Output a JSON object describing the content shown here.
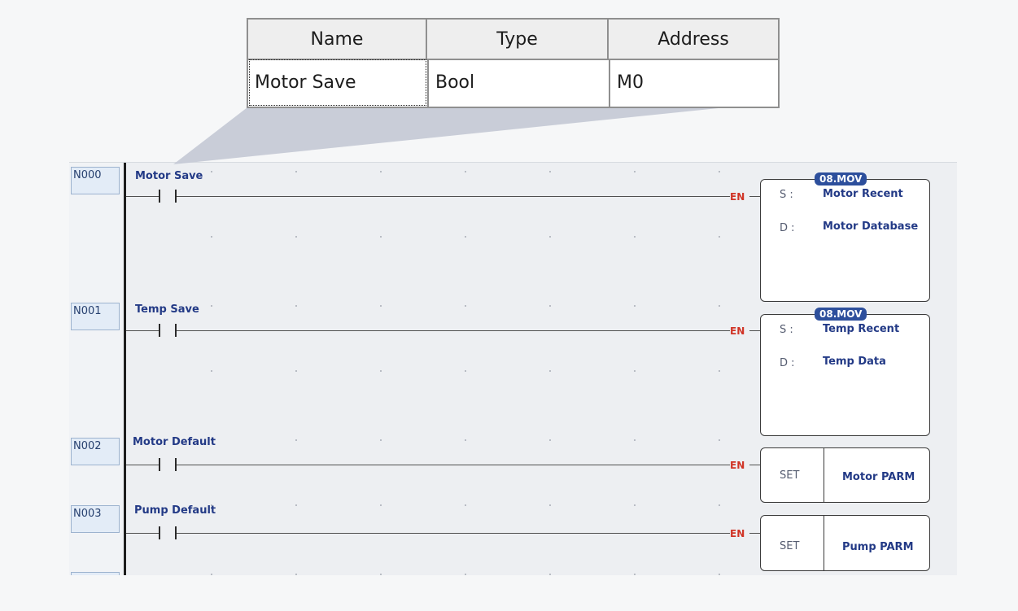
{
  "variable_table": {
    "headers": [
      "Name",
      "Type",
      "Address"
    ],
    "row": [
      "Motor Save",
      "Bool",
      "M0"
    ]
  },
  "rungs": [
    {
      "number": "N000",
      "contact_label": "Motor Save",
      "coil_input": "EN",
      "block": {
        "tag": "08.MOV",
        "lines": [
          {
            "key": "S :",
            "value": "Motor Recent"
          },
          {
            "key": "D :",
            "value": "Motor Database"
          }
        ]
      }
    },
    {
      "number": "N001",
      "contact_label": "Temp Save",
      "coil_input": "EN",
      "block": {
        "tag": "08.MOV",
        "lines": [
          {
            "key": "S :",
            "value": "Temp Recent"
          },
          {
            "key": "D :",
            "value": "Temp Data"
          }
        ]
      }
    },
    {
      "number": "N002",
      "contact_label": "Motor Default",
      "coil_input": "EN",
      "block": {
        "op": "SET",
        "value": "Motor PARM"
      }
    },
    {
      "number": "N003",
      "contact_label": "Pump Default",
      "coil_input": "EN",
      "block": {
        "op": "SET",
        "value": "Pump PARM"
      }
    }
  ],
  "colors": {
    "accent": "#2d4f9c",
    "en_label": "#d03325",
    "rail": "#1d1d1d"
  },
  "icons": [
    "normally-open-contact-icon"
  ]
}
